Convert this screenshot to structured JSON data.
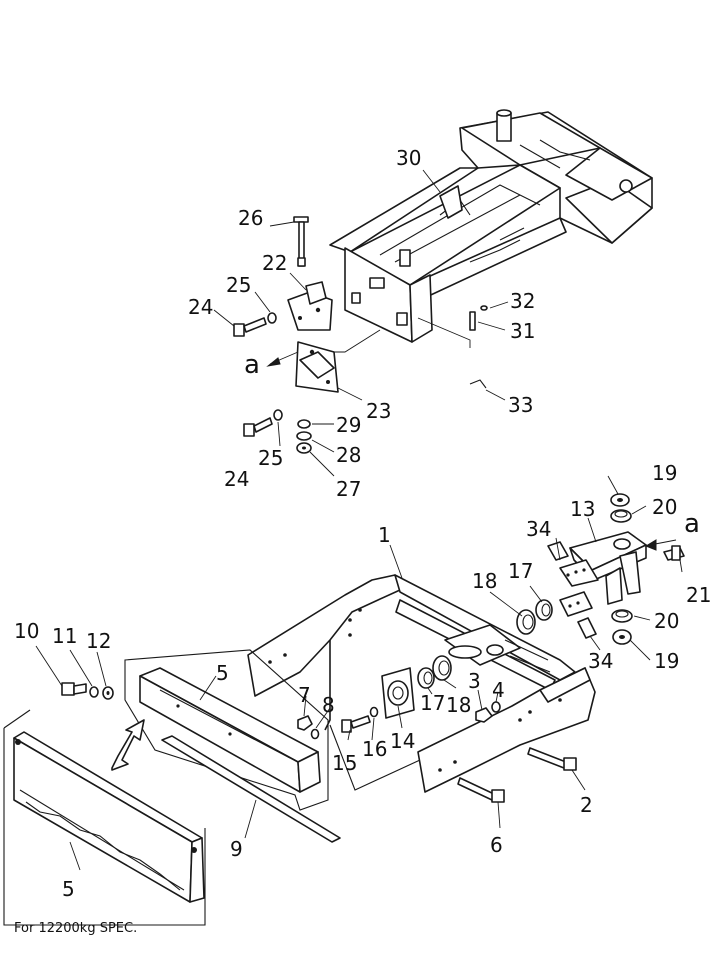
{
  "callouts": {
    "c1": "1",
    "c2": "2",
    "c3": "3",
    "c4": "4",
    "c5a": "5",
    "c5b": "5",
    "c6": "6",
    "c7": "7",
    "c8": "8",
    "c9": "9",
    "c10": "10",
    "c11": "11",
    "c12": "12",
    "c13": "13",
    "c14": "14",
    "c15": "15",
    "c16": "16",
    "c17a": "17",
    "c17b": "17",
    "c18a": "18",
    "c18b": "18",
    "c19a": "19",
    "c19b": "19",
    "c20a": "20",
    "c20b": "20",
    "c21": "21",
    "c22": "22",
    "c23": "23",
    "c24a": "24",
    "c24b": "24",
    "c25a": "25",
    "c25b": "25",
    "c26": "26",
    "c27": "27",
    "c28": "28",
    "c29": "29",
    "c30": "30",
    "c31": "31",
    "c32": "32",
    "c33": "33",
    "c34a": "34",
    "c34b": "34"
  },
  "view_marks": {
    "a_left": "a",
    "a_right": "a"
  },
  "spec_note": "For 12200kg SPEC."
}
